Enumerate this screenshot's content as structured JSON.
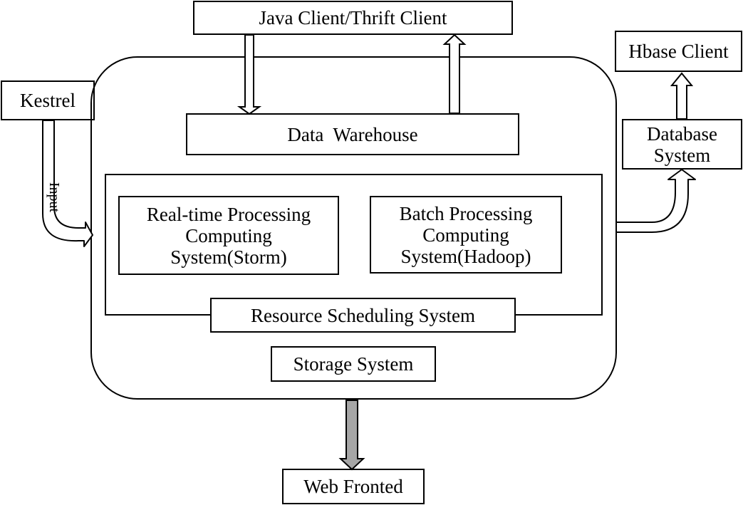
{
  "diagram": {
    "nodes": {
      "java_client": "Java Client/Thrift Client",
      "kestrel": "Kestrel",
      "hbase_client": "Hbase Client",
      "data_warehouse": "Data  Warehouse",
      "database_system": [
        "Database",
        "System"
      ],
      "realtime": [
        "Real-time Processing",
        "Computing",
        "System(Storm)"
      ],
      "batch": [
        "Batch Processing",
        "Computing",
        "System(Hadoop)"
      ],
      "resource_scheduling": "Resource Scheduling System",
      "storage_system": "Storage System",
      "web_fronted": "Web Fronted"
    },
    "edges": {
      "input_label": "Input"
    }
  }
}
